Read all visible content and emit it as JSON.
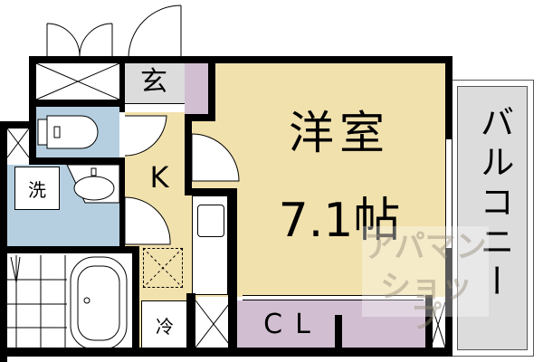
{
  "floorplan": {
    "rooms": {
      "western_room": {
        "label": "洋室",
        "size": "7.1帖",
        "color": "#f1e1ad"
      },
      "kitchen": {
        "label": "K",
        "color": "#f1e1ad"
      },
      "entrance": {
        "label": "玄",
        "color": "#dcdcdc"
      },
      "closet": {
        "label": "CL",
        "color": "#d1bfd1"
      },
      "balcony": {
        "label": "バルコニー",
        "color": "#dcdcdc"
      },
      "washroom": {
        "label": "洗",
        "color": "#b5cfe0"
      },
      "toilet": {
        "color": "#b5cfe0"
      },
      "bathroom": {
        "color": "#ffffff"
      },
      "shoe_storage": {
        "color": "#d1bfd1"
      }
    },
    "fixtures": {
      "fridge_label": "冷",
      "washer_label": "洗"
    },
    "watermark": {
      "line1": "アパマン",
      "line2": "ショップ"
    }
  }
}
